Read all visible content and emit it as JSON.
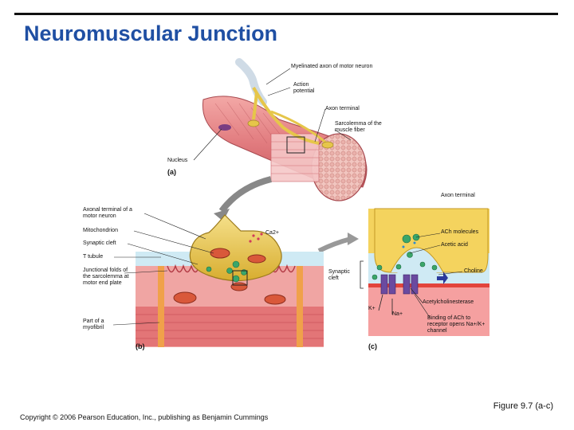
{
  "title": "Neuromuscular Junction",
  "panel_a": {
    "labels": {
      "myelinated_axon": "Myelinated axon of motor neuron",
      "action_potential": "Action potential",
      "axon_terminal": "Axon terminal",
      "sarcolemma": "Sarcolemma of the muscle fiber",
      "nucleus": "Nucleus"
    },
    "letter": "(a)"
  },
  "panel_b": {
    "labels": {
      "axonal_terminal": "Axonal terminal of a motor neuron",
      "mitochondrion": "Mitochondrion",
      "synaptic_cleft": "Synaptic cleft",
      "t_tubule": "T tubule",
      "junctional_folds": "Junctional folds of the sarcolemma at motor end plate",
      "myofibril": "Part of a myofibril",
      "ca": "Ca2+"
    },
    "letter": "(b)"
  },
  "panel_c": {
    "labels": {
      "axon_terminal": "Axon terminal",
      "ach_molecules": "ACh molecules",
      "acetic_acid": "Acetic acid",
      "choline": "Choline",
      "synaptic_cleft": "Synaptic cleft",
      "acetylcholinesterase": "Acetylcholinesterase",
      "k": "K+",
      "na": "Na+",
      "binding": "Binding of ACh to receptor opens Na+/K+ channel"
    },
    "letter": "(c)"
  },
  "figure_caption": "Figure 9.7 (a-c)",
  "copyright": "Copyright © 2006 Pearson Education, Inc., publishing as Benjamin Cummings",
  "colors": {
    "title": "#1f4fa3",
    "muscle": "#e88a8e",
    "terminal": "#e6c64a",
    "cleft_bg": "#bfe4f2",
    "channel": "#6a4aa0",
    "vesicle": "#3aa66a"
  }
}
